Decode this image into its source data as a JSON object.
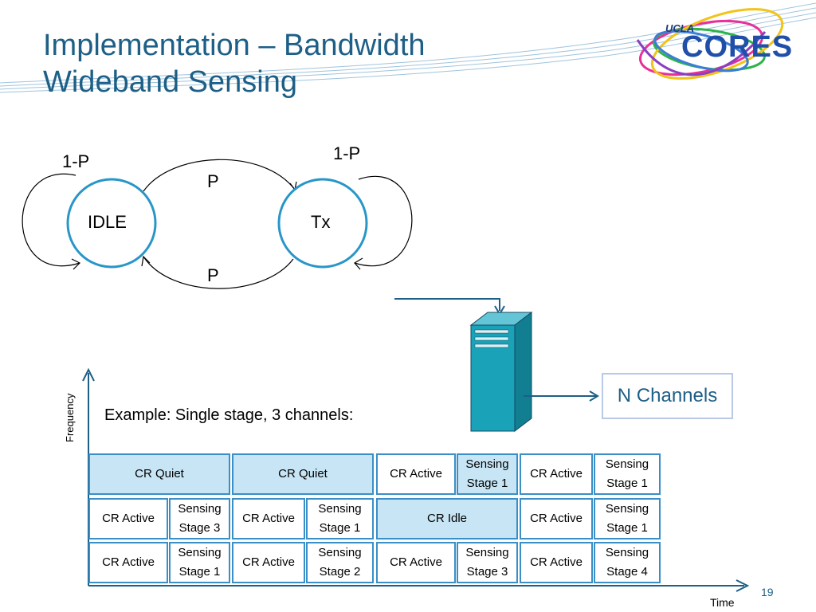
{
  "slide": {
    "title_line1": "Implementation – Bandwidth",
    "title_line2": "Wideband Sensing",
    "page_number": "19"
  },
  "logo": {
    "small": "UCLA",
    "big": "CORES"
  },
  "state_diagram": {
    "states": [
      "IDLE",
      "Tx"
    ],
    "self_loop_idle": "1-P",
    "self_loop_tx": "1-P",
    "transition_top": "P",
    "transition_bottom": "P"
  },
  "channels_box": "N Channels",
  "example_text": "Example: Single stage, 3 channels:",
  "axes": {
    "y": "Frequency",
    "x": "Time"
  },
  "grid": {
    "row1": [
      "CR Quiet",
      "CR Quiet",
      "CR Active",
      "Sensing\nStage 1",
      "CR Active",
      "Sensing\nStage 1"
    ],
    "row2": [
      "CR Active",
      "Sensing\nStage 3",
      "CR Active",
      "Sensing\nStage 1",
      "CR Idle",
      "CR Active",
      "Sensing\nStage 1"
    ],
    "row3": [
      "CR Active",
      "Sensing\nStage 1",
      "CR Active",
      "Sensing\nStage 2",
      "CR Active",
      "Sensing\nStage 3",
      "CR Active",
      "Sensing\nStage 4"
    ]
  },
  "colors": {
    "accent": "#1d5f86",
    "cell_border": "#3a8fc6",
    "cell_fill": "#c7e5f5",
    "server": "#1aa3b8"
  }
}
